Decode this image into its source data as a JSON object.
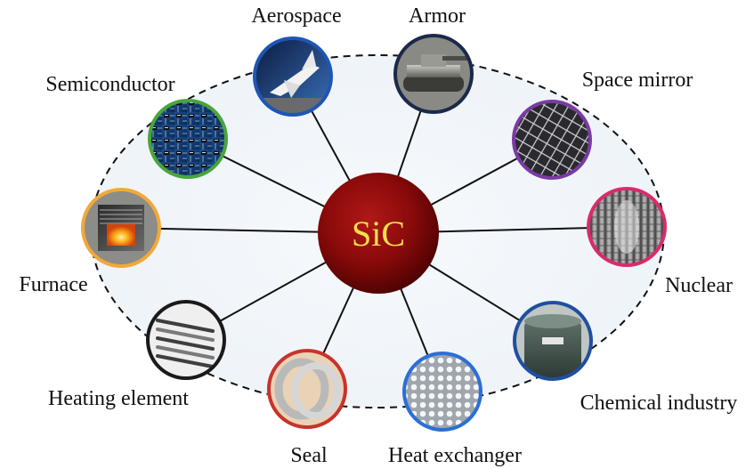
{
  "center": {
    "label": "SiC"
  },
  "nodes": [
    {
      "id": "aerospace",
      "label": "Aerospace",
      "ring_color": "#1f55b4",
      "icon": "space-shuttle-icon"
    },
    {
      "id": "armor",
      "label": "Armor",
      "ring_color": "#1b2a4a",
      "icon": "tank-icon"
    },
    {
      "id": "space-mirror",
      "label": "Space mirror",
      "ring_color": "#7b3aa3",
      "icon": "lattice-mirror-icon"
    },
    {
      "id": "nuclear",
      "label": "Nuclear",
      "ring_color": "#d92b6b",
      "icon": "reactor-icon"
    },
    {
      "id": "chemical-industry",
      "label": "Chemical industry",
      "ring_color": "#1f4fa0",
      "icon": "tank-vessel-icon"
    },
    {
      "id": "heat-exchanger",
      "label": "Heat exchanger",
      "ring_color": "#2b6fd6",
      "icon": "honeycomb-icon"
    },
    {
      "id": "seal",
      "label": "Seal",
      "ring_color": "#c8332c",
      "icon": "seal-ring-icon"
    },
    {
      "id": "heating-element",
      "label": "Heating element",
      "ring_color": "#1a1a1a",
      "icon": "heating-rods-icon"
    },
    {
      "id": "furnace",
      "label": "Furnace",
      "ring_color": "#f0a93a",
      "icon": "furnace-icon"
    },
    {
      "id": "semiconductor",
      "label": "Semiconductor",
      "ring_color": "#49a53c",
      "icon": "circuit-board-icon"
    }
  ]
}
